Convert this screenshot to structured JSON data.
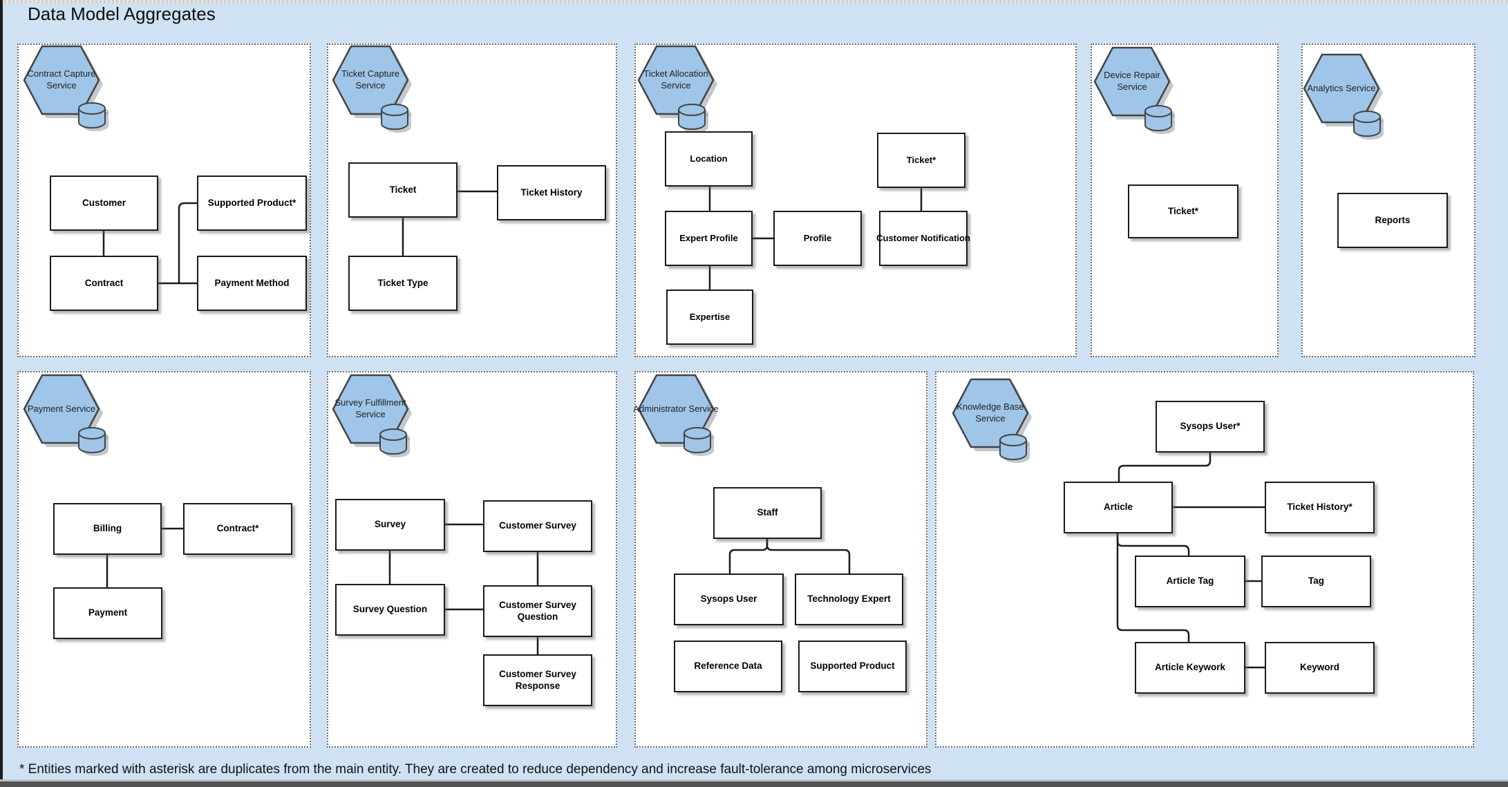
{
  "title": "Data Model Aggregates",
  "footnote": "* Entities marked with asterisk are duplicates from the main entity. They are created to reduce dependency and increase fault-tolerance among microservices",
  "colors": {
    "page_bg": "#cfe2f3",
    "panel_bg": "#ffffff",
    "hexagon_fill": "#9fc5e8",
    "hexagon_stroke": "#434343",
    "entity_border": "#1a1a1a",
    "connector": "#1a1a1a",
    "bottom_bar": "#525252"
  },
  "panels": [
    {
      "service": "Contract Capture Service",
      "entities": [
        {
          "label": "Customer"
        },
        {
          "label": "Supported Product*"
        },
        {
          "label": "Contract"
        },
        {
          "label": "Payment Method"
        }
      ],
      "connections": [
        [
          "Customer",
          "Contract"
        ],
        [
          "Contract",
          "Payment Method"
        ],
        [
          "Contract",
          "Supported Product*"
        ]
      ]
    },
    {
      "service": "Ticket Capture Service",
      "entities": [
        {
          "label": "Ticket"
        },
        {
          "label": "Ticket History"
        },
        {
          "label": "Ticket Type"
        }
      ],
      "connections": [
        [
          "Ticket",
          "Ticket History"
        ],
        [
          "Ticket",
          "Ticket Type"
        ]
      ]
    },
    {
      "service": "Ticket Allocation Service",
      "entities": [
        {
          "label": "Location"
        },
        {
          "label": "Ticket*"
        },
        {
          "label": "Expert Profile"
        },
        {
          "label": "Profile"
        },
        {
          "label": "Customer Notification"
        },
        {
          "label": "Expertise"
        }
      ],
      "connections": [
        [
          "Location",
          "Expert Profile"
        ],
        [
          "Expert Profile",
          "Profile"
        ],
        [
          "Expert Profile",
          "Expertise"
        ],
        [
          "Ticket*",
          "Customer Notification"
        ]
      ]
    },
    {
      "service": "Device Repair Service",
      "entities": [
        {
          "label": "Ticket*"
        }
      ],
      "connections": []
    },
    {
      "service": "Analytics Service",
      "entities": [
        {
          "label": "Reports"
        }
      ],
      "connections": []
    },
    {
      "service": "Payment Service",
      "entities": [
        {
          "label": "Billing"
        },
        {
          "label": "Contract*"
        },
        {
          "label": "Payment"
        }
      ],
      "connections": [
        [
          "Billing",
          "Contract*"
        ],
        [
          "Billing",
          "Payment"
        ]
      ]
    },
    {
      "service": "Survey Fulfillment Service",
      "entities": [
        {
          "label": "Survey"
        },
        {
          "label": "Customer Survey"
        },
        {
          "label": "Survey Question"
        },
        {
          "label": "Customer Survey Question"
        },
        {
          "label": "Customer Survey Response"
        }
      ],
      "connections": [
        [
          "Survey",
          "Customer Survey"
        ],
        [
          "Survey",
          "Survey Question"
        ],
        [
          "Survey Question",
          "Customer Survey Question"
        ],
        [
          "Customer Survey",
          "Customer Survey Question"
        ],
        [
          "Customer Survey Question",
          "Customer Survey Response"
        ]
      ]
    },
    {
      "service": "Administrator Service",
      "entities": [
        {
          "label": "Staff"
        },
        {
          "label": "Sysops User"
        },
        {
          "label": "Technology Expert"
        },
        {
          "label": "Reference Data"
        },
        {
          "label": "Supported Product"
        }
      ],
      "connections": [
        [
          "Staff",
          "Sysops User"
        ],
        [
          "Staff",
          "Technology Expert"
        ]
      ]
    },
    {
      "service": "Knowledge Base Service",
      "entities": [
        {
          "label": "Sysops User*"
        },
        {
          "label": "Article"
        },
        {
          "label": "Ticket History*"
        },
        {
          "label": "Article Tag"
        },
        {
          "label": "Tag"
        },
        {
          "label": "Article Keywork"
        },
        {
          "label": "Keyword"
        }
      ],
      "connections": [
        [
          "Sysops User*",
          "Article"
        ],
        [
          "Article",
          "Ticket History*"
        ],
        [
          "Article",
          "Article Tag"
        ],
        [
          "Article",
          "Article Keywork"
        ],
        [
          "Article Tag",
          "Tag"
        ],
        [
          "Article Keywork",
          "Keyword"
        ]
      ]
    }
  ]
}
